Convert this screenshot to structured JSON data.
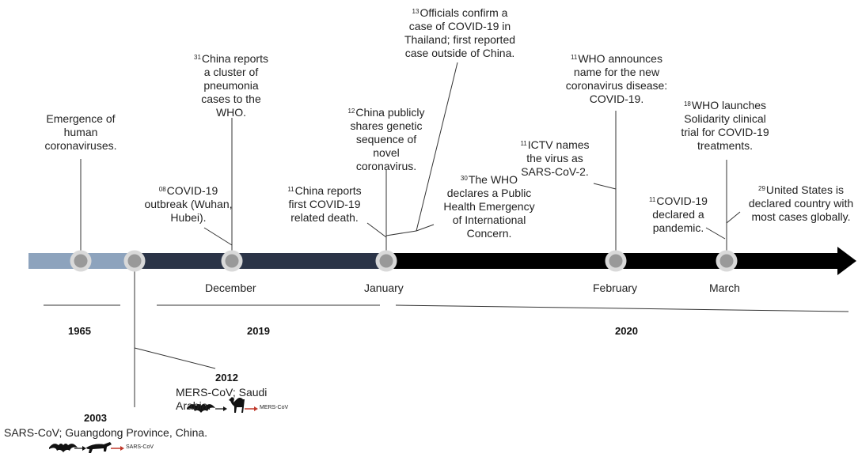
{
  "months": {
    "december": "December",
    "january": "January",
    "february": "February",
    "march": "March"
  },
  "years": {
    "y1965": "1965",
    "y2019": "2019",
    "y2020": "2020",
    "y2012": "2012",
    "y2003": "2003"
  },
  "events": {
    "e1965": {
      "day": "",
      "text": "Emergence of human coronaviruses."
    },
    "e08": {
      "day": "08",
      "text": "COVID-19 outbreak (Wuhan, Hubei)."
    },
    "e31": {
      "day": "31",
      "text": "China reports a cluster of pneumonia cases to the WHO."
    },
    "e11jan": {
      "day": "11",
      "text": "China reports first COVID-19 related death."
    },
    "e12jan": {
      "day": "12",
      "text": "China publicly shares genetic sequence of novel coronavirus."
    },
    "e13jan": {
      "day": "13",
      "text": "Officials confirm a case of COVID-19 in Thailand; first reported case outside of China."
    },
    "e30jan": {
      "day": "30",
      "text": "The WHO declares a Public Health Emergency of International Concern."
    },
    "e11feb_ictv": {
      "day": "11",
      "text": "ICTV names the virus as SARS-CoV-2."
    },
    "e11feb_who": {
      "day": "11",
      "text": "WHO announces name for the new coronavirus disease: COVID-19."
    },
    "e18mar": {
      "day": "18",
      "text": "WHO launches Solidarity clinical trial for COVID-19 treatments."
    },
    "e11mar": {
      "day": "11",
      "text": "COVID-19 declared a pandemic."
    },
    "e29mar": {
      "day": "29",
      "text": "United States is declared country with most cases globally."
    }
  },
  "origins": {
    "mers": "MERS-CoV; Saudi Arabia.",
    "sars": "SARS-CoV; Guangdong Province, China.",
    "mers_icon_label": "MERS-CoV",
    "sars_icon_label": "SARS-CoV"
  },
  "colors": {
    "seg1965": "#8da3bd",
    "seg2019": "#2b3447",
    "seg2020": "#000000",
    "marker_fill": "#999999",
    "marker_ring": "#d9d9d9",
    "arrow_red": "#c0392b"
  }
}
